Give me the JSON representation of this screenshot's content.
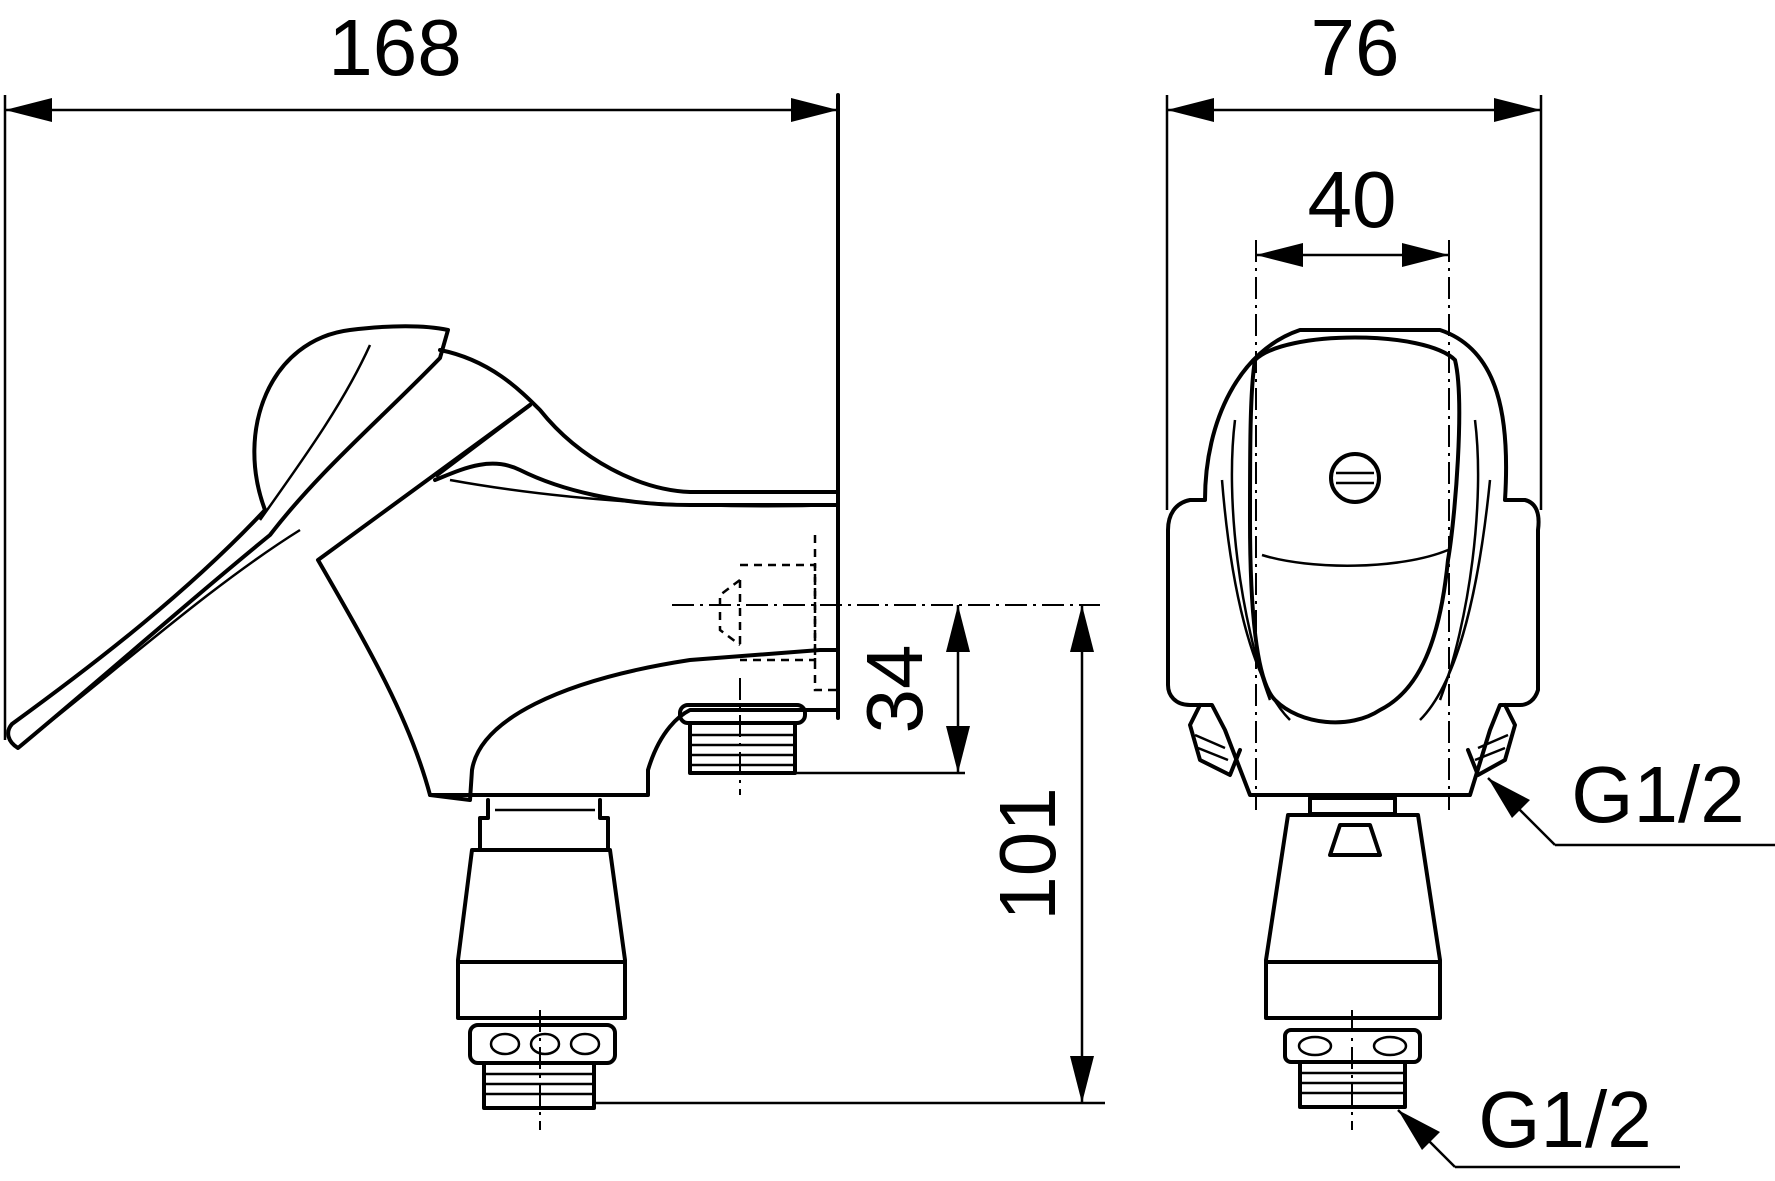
{
  "dimensions": {
    "overall_length": "168",
    "overall_width": "76",
    "body_width": "40",
    "outlet_height": "34",
    "total_height": "101"
  },
  "threads": {
    "outlet_thread": "G1/2",
    "inlet_thread": "G1/2"
  }
}
